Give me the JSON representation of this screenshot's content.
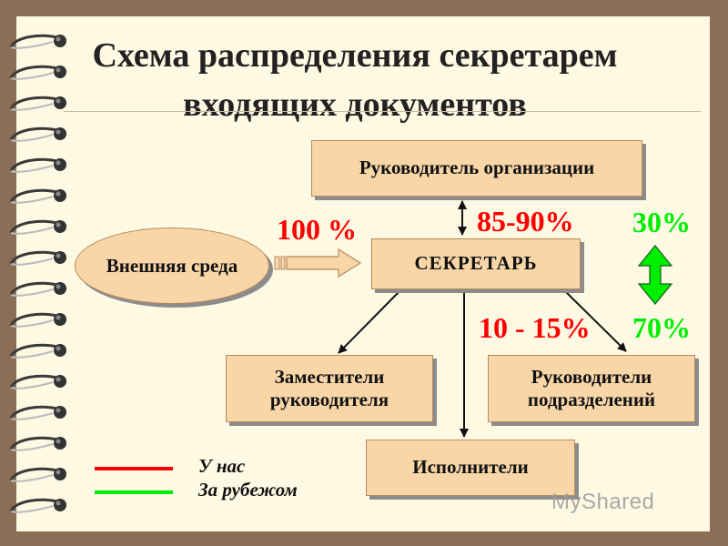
{
  "title": {
    "line1": "Схема распределения секретарем",
    "line2": "входящих документов"
  },
  "nodes": {
    "director": "Руководитель организации",
    "external": "Внешняя среда",
    "secretary": "СЕКРЕТАРЬ",
    "deputies": "Заместители руководителя",
    "unit_heads": "Руководители подразделений",
    "executors": "Исполнители"
  },
  "labels": {
    "incoming": "100 %",
    "to_director": "85-90%",
    "to_executors": "10 - 15%",
    "compare_top": "30%",
    "compare_bottom": "70%"
  },
  "legend": {
    "ours": "У нас",
    "abroad": "За рубежом"
  },
  "watermark": "MyShared",
  "colors": {
    "ours": "#ff0000",
    "abroad": "#00ee00",
    "box_fill": "#f8d6a8"
  }
}
